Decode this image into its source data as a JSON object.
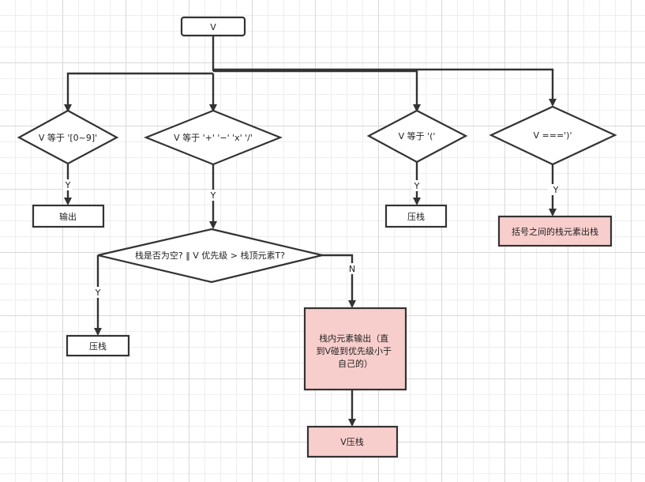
{
  "colors": {
    "pink_fill": "#f8cecc",
    "stroke": "#333333"
  },
  "nodes": {
    "start": "V",
    "d_digit": "V 等于 '[0~9]'",
    "d_op": "V 等于 '+' '−' 'x' '/'",
    "d_lparen": "V 等于 '('",
    "d_rparen": "V ===')'",
    "output": "输出",
    "push_lparen": "压栈",
    "pop_between_parens": "括号之间的栈元素出栈",
    "d_stack": "栈是否为空? ‖  V 优先级 > 栈顶元素T?",
    "push_op": "压栈",
    "pop_until": [
      "栈内元素输出（直",
      "到V碰到优先级小于",
      "自己的）"
    ],
    "push_v": "V压栈"
  },
  "edges": {
    "yes": "Y",
    "no": "N"
  }
}
